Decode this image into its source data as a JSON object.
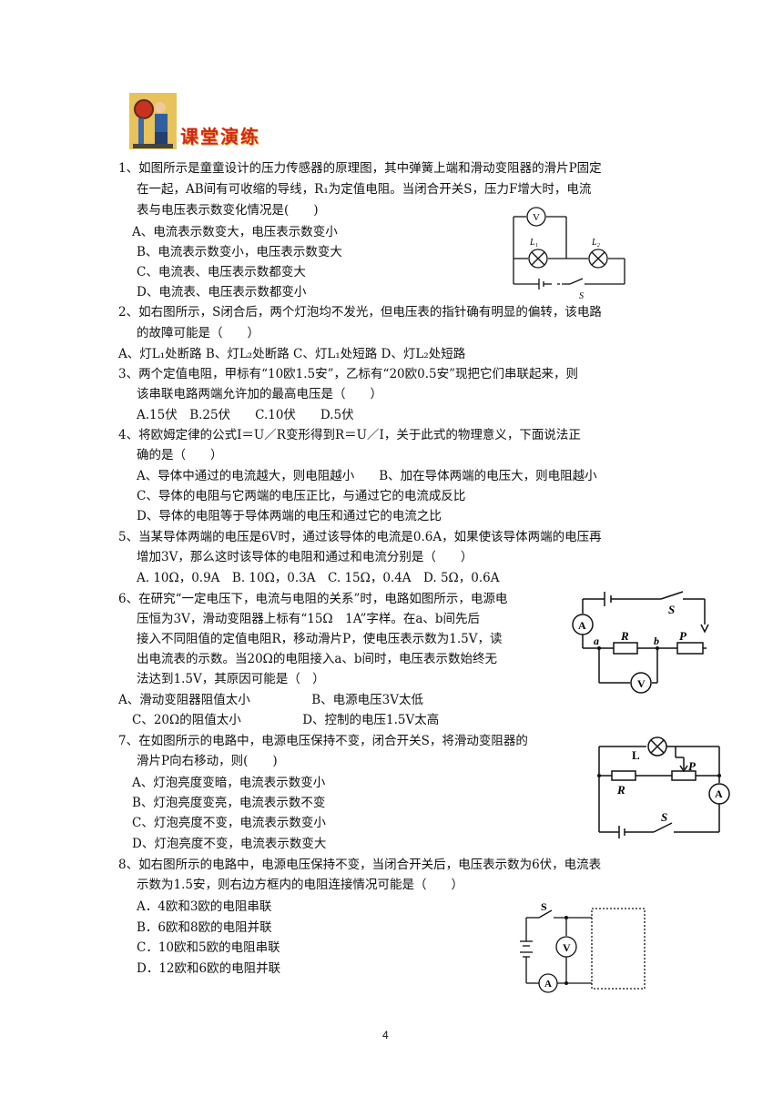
{
  "section_title": "课堂演练",
  "q1": {
    "l1": "1、如图所示是童童设计的压力传感器的原理图，其中弹簧上端和滑动变阻器的滑片P固定",
    "l2": "在一起，AB间有可收缩的导线，R₁为定值电阻。当闭合开关S，压力F增大时，电流",
    "l3": "表与电压表示数变化情况是(　　)",
    "a": "A、电流表示数变大，电压表示数变小",
    "b": "B、电流表示数变小，电压表示数变大",
    "c": "C、电流表、电压表示数都变大",
    "d": "D、电流表、电压表示数都变小"
  },
  "q2": {
    "l1": "2、如右图所示，S闭合后，两个灯泡均不发光，但电压表的指针确有明显的偏转，该电路",
    "l2": "的故障可能是（　　）",
    "opts": "A、灯L₁处断路 B、灯L₂处断路 C、灯L₁处短路 D、灯L₂处短路"
  },
  "q3": {
    "l1": "3、两个定值电阻，甲标有“10欧1.5安”，乙标有“20欧0.5安”现把它们串联起来，则",
    "l2": "该串联电路两端允许加的最高电压是（　　）",
    "opts": "A.15伏　B.25伏　　C.10伏　　D.5伏"
  },
  "q4": {
    "l1": "4、将欧姆定律的公式I＝U／R变形得到R＝U／I，关于此式的物理意义，下面说法正",
    "l2": "确的是（　　）",
    "ab": "A、导体中通过的电流越大，则电阻越小　　B、加在导体两端的电压大，则电阻越小",
    "c": "C、导体的电阻与它两端的电压正比，与通过它的电流成反比",
    "d": "D、导体的电阻等于导体两端的电压和通过它的电流之比"
  },
  "q5": {
    "l1": "5、当某导体两端的电压是6V时，通过该导体的电流是0.6A，如果使该导体两端的电压再",
    "l2": "增加3V，那么这时该导体的电阻和通过和电流分别是（　　）",
    "opts": "A. 10Ω，0.9A　B. 10Ω，0.3A　C. 15Ω，0.4A　D. 5Ω，0.6A"
  },
  "q6": {
    "l1": "6、在研究“一定电压下，电流与电阻的关系”时，电路如图所示，电源电",
    "l2": "压恒为3V，滑动变阻器上标有“15Ω　1A”字样。在a、b间先后",
    "l3": "接入不同阻值的定值电阻R，移动滑片P，使电压表示数为1.5V，读",
    "l4": "出电流表的示数。当20Ω的电阻接入a、b间时，电压表示数始终无",
    "l5": "法达到1.5V，其原因可能是（　）",
    "ab": "A、滑动变阻器阻值太小　　　　　B、电源电压3V太低",
    "cd": "C、20Ω的阻值太小　　　　　D、控制的电压1.5V太高"
  },
  "q7": {
    "l1": "7、在如图所示的电路中，电源电压保持不变，闭合开关S，将滑动变阻器的",
    "l2": "滑片P向右移动，则(　　)",
    "a": "A、灯泡亮度变暗，电流表示数变小",
    "b": "B、灯泡亮度变亮，电流表示数不变",
    "c": "C、灯泡亮度不变，电流表示数变小",
    "d": "D、灯泡亮度不变，电流表示数变大"
  },
  "q8": {
    "l1": "8、如右图所示的电路中，电源电压保持不变，当闭合开关后，电压表示数为6伏，电流表",
    "l2": "示数为1.5安，则右边方框内的电阻连接情况可能是（　　）",
    "a": "A．4欧和3欧的电阻串联",
    "b": "B．6欧和8欧的电阻并联",
    "c": "C．10欧和5欧的电阻串联",
    "d": "D．12欧和6欧的电阻并联"
  },
  "fig2": {
    "v": "V",
    "l1": "L₁",
    "l2": "L₂",
    "s": "S"
  },
  "fig6": {
    "a": "A",
    "s": "S",
    "r": "R",
    "p": "P",
    "pa": "a",
    "pb": "b",
    "v": "V"
  },
  "fig7": {
    "l": "L",
    "p": "P",
    "r": "R",
    "a": "A",
    "s": "S"
  },
  "fig8": {
    "s": "S",
    "v": "V",
    "a": "A"
  },
  "page_number": "4"
}
